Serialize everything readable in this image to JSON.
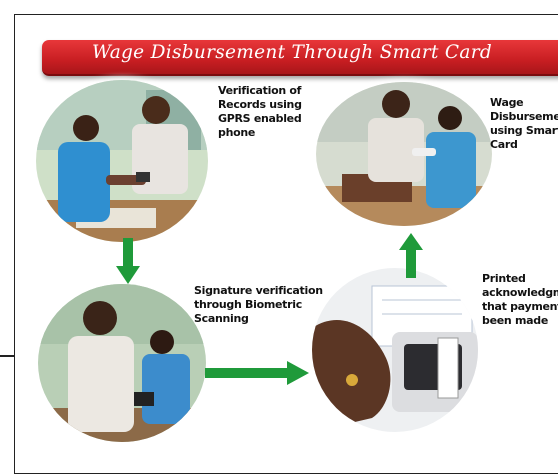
{
  "title": "Wage Disbursement Through  Smart Card",
  "steps": [
    {
      "caption_lines": [
        "Verification of",
        "Records using",
        "GPRS enabled",
        "phone"
      ],
      "photo": "verification-photo"
    },
    {
      "caption_lines": [
        "Wage",
        "Disbursement",
        "using Smart",
        "Card"
      ],
      "photo": "disbursement-photo"
    },
    {
      "caption_lines": [
        "Signature verification",
        "through Biometric",
        "Scanning"
      ],
      "photo": "biometric-photo"
    },
    {
      "caption_lines": [
        "Printed",
        "acknowledgment",
        "that payment",
        "been made"
      ],
      "photo": "printer-photo"
    }
  ],
  "colors": {
    "banner": "#c81e22",
    "arrow": "#1f9a3a",
    "title_text": "#ffffff"
  }
}
